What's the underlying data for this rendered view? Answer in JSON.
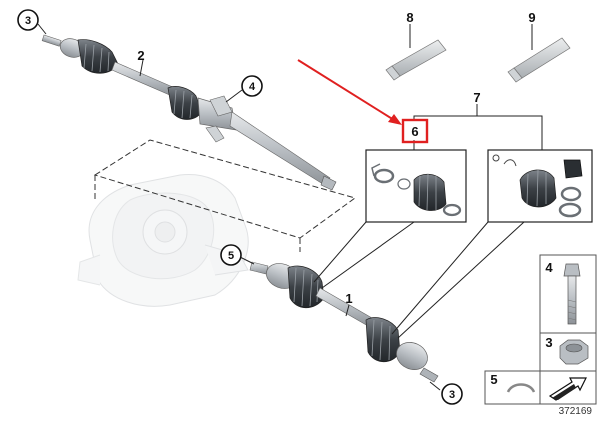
{
  "callouts": {
    "c1": "1",
    "c2": "2",
    "c3_top": "3",
    "c3_bottom": "3",
    "c3_panel": "3",
    "c4_top": "4",
    "c4_panel": "4",
    "c5_main": "5",
    "c5_panel": "5",
    "c6": "6",
    "c7": "7",
    "c8": "8",
    "c9": "9"
  },
  "footer": {
    "image_number": "372169"
  },
  "colors": {
    "highlight_red": "#e02020",
    "line": "#222222",
    "boot": "#4a4f55",
    "shaft": "#9aa0a6"
  },
  "icons": [
    "red-arrow-icon",
    "highlight-box-icon",
    "bolt-icon",
    "nut-icon",
    "circlip-icon",
    "direction-arrow-icon"
  ]
}
